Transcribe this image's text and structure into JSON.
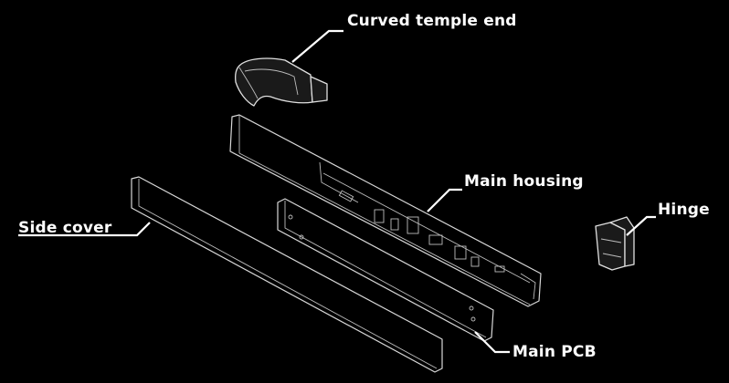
{
  "labels": {
    "curved_temple_end": "Curved temple end",
    "main_housing": "Main housing",
    "hinge": "Hinge",
    "side_cover": "Side cover",
    "main_pcb": "Main PCB"
  },
  "colors": {
    "background": "#000000",
    "line": "#ffffff",
    "text": "#ffffff"
  }
}
